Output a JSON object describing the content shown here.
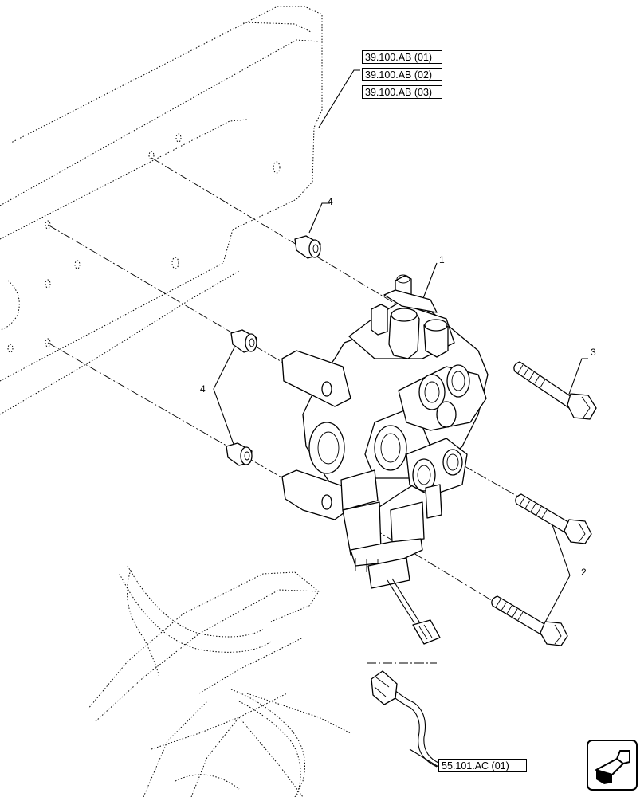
{
  "references": {
    "frame": [
      "39.100.AB (01)",
      "39.100.AB (02)",
      "39.100.AB (03)"
    ],
    "harness": "55.101.AC (01)"
  },
  "callouts": {
    "valve": "1",
    "bolts": "2",
    "bolt_single": "3",
    "bushing_top": "4",
    "bushing_pair": "4"
  },
  "icons": {
    "navigation": "back-arrow-icon"
  }
}
